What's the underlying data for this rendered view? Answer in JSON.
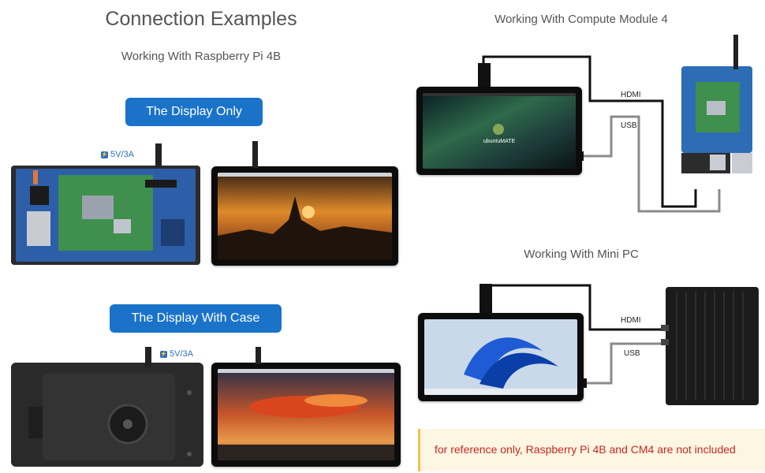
{
  "header": {
    "title": "Connection Examples"
  },
  "rpi": {
    "subtitle": "Working With Raspberry Pi 4B",
    "display_only_label": "The Display Only",
    "display_case_label": "The Display With Case",
    "power_badge": "5V/3A"
  },
  "cm4": {
    "subtitle": "Working With Compute Module 4",
    "hdmi_label": "HDMI",
    "usb_label": "USB",
    "os_label": "ubuntuMATE"
  },
  "minipc": {
    "subtitle": "Working With Mini PC",
    "hdmi_label": "HDMI",
    "usb_label": "USB"
  },
  "note": {
    "text": "for reference only, Raspberry Pi 4B and CM4 are not included"
  },
  "colors": {
    "accent": "#1a73c9",
    "note_text": "#c8281e",
    "note_bg": "#fdf6e3"
  }
}
